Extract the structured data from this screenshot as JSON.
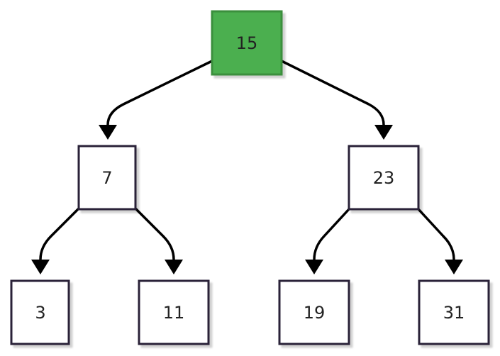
{
  "tree": {
    "root": {
      "id": "n15",
      "label": "15",
      "highlighted": true
    },
    "nodes": [
      {
        "id": "n15",
        "label": "15",
        "highlighted": true
      },
      {
        "id": "n7",
        "label": "7",
        "highlighted": false
      },
      {
        "id": "n23",
        "label": "23",
        "highlighted": false
      },
      {
        "id": "n3",
        "label": "3",
        "highlighted": false
      },
      {
        "id": "n11",
        "label": "11",
        "highlighted": false
      },
      {
        "id": "n19",
        "label": "19",
        "highlighted": false
      },
      {
        "id": "n31",
        "label": "31",
        "highlighted": false
      }
    ],
    "edges": [
      {
        "from": "n15",
        "to": "n7"
      },
      {
        "from": "n15",
        "to": "n23"
      },
      {
        "from": "n7",
        "to": "n3"
      },
      {
        "from": "n7",
        "to": "n11"
      },
      {
        "from": "n23",
        "to": "n19"
      },
      {
        "from": "n23",
        "to": "n31"
      }
    ]
  },
  "colors": {
    "highlight_fill": "#4caf50",
    "highlight_stroke": "#3a8f3e",
    "node_fill": "#ffffff",
    "node_stroke": "#2a2438",
    "edge": "#000000",
    "label": "#222222"
  }
}
